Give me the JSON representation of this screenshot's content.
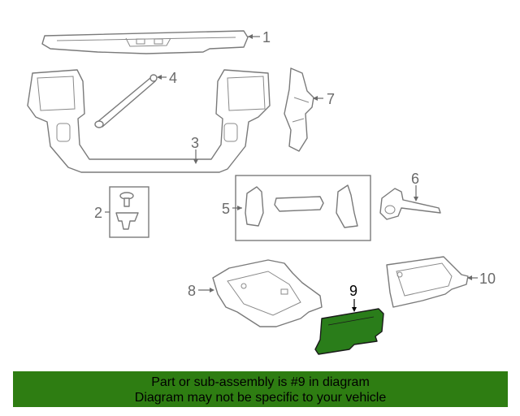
{
  "callouts": [
    {
      "id": "1",
      "label": "1"
    },
    {
      "id": "2",
      "label": "2"
    },
    {
      "id": "3",
      "label": "3"
    },
    {
      "id": "4",
      "label": "4"
    },
    {
      "id": "5",
      "label": "5"
    },
    {
      "id": "6",
      "label": "6"
    },
    {
      "id": "7",
      "label": "7"
    },
    {
      "id": "8",
      "label": "8"
    },
    {
      "id": "9",
      "label": "9"
    },
    {
      "id": "10",
      "label": "10"
    }
  ],
  "highlight_color": "#2e7d12",
  "banner": {
    "line1": "Part or sub-assembly is #9 in diagram",
    "line2": "Diagram may not be specific to your vehicle"
  }
}
